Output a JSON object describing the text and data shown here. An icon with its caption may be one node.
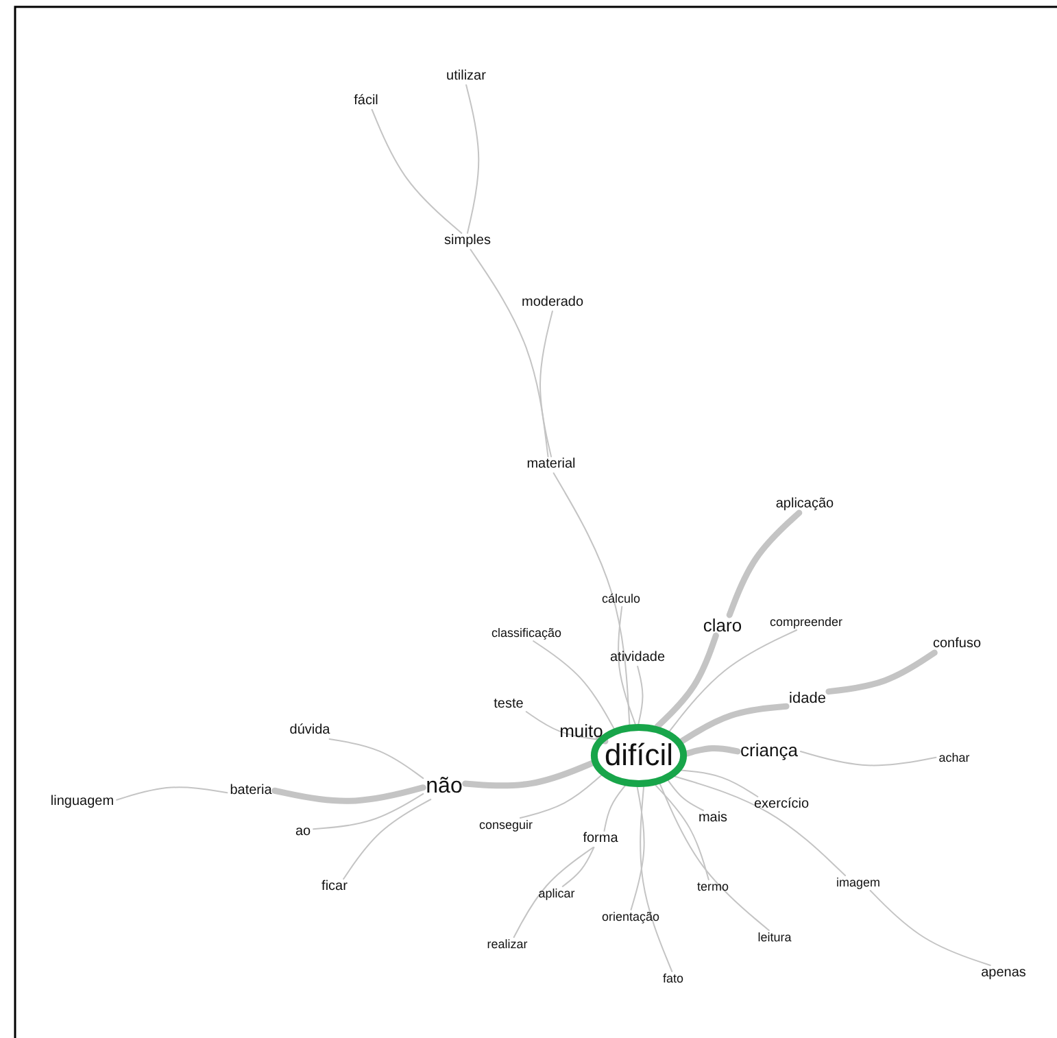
{
  "diagram": {
    "nodes": [
      {
        "text": [
          "difícil"
        ]
      },
      {
        "text": [
          "fácil"
        ]
      },
      {
        "text": [
          "utilizar"
        ]
      },
      {
        "text": [
          "simples"
        ]
      },
      {
        "text": [
          "moderado"
        ]
      },
      {
        "text": [
          "material"
        ]
      },
      {
        "text": [
          "aplicação"
        ]
      },
      {
        "text": [
          "cálculo"
        ]
      },
      {
        "text": [
          "classificação"
        ]
      },
      {
        "text": [
          "claro"
        ]
      },
      {
        "text": [
          "compreender"
        ]
      },
      {
        "text": [
          "confuso"
        ]
      },
      {
        "text": [
          "atividade"
        ]
      },
      {
        "text": [
          "teste"
        ]
      },
      {
        "text": [
          "idade"
        ]
      },
      {
        "text": [
          "muito"
        ]
      },
      {
        "text": [
          "dúvida"
        ]
      },
      {
        "text": [
          "criança"
        ]
      },
      {
        "text": [
          "achar"
        ]
      },
      {
        "text": [
          "não"
        ]
      },
      {
        "text": [
          "bateria"
        ]
      },
      {
        "text": [
          "linguagem"
        ]
      },
      {
        "text": [
          "exercício"
        ]
      },
      {
        "text": [
          "ao"
        ]
      },
      {
        "text": [
          "conseguir"
        ]
      },
      {
        "text": [
          "mais"
        ]
      },
      {
        "text": [
          "forma"
        ]
      },
      {
        "text": [
          "ficar"
        ]
      },
      {
        "text": [
          "termo"
        ]
      },
      {
        "text": [
          "imagem"
        ]
      },
      {
        "text": [
          "aplicar"
        ]
      },
      {
        "text": [
          "orientação"
        ]
      },
      {
        "text": [
          "realizar"
        ]
      },
      {
        "text": [
          "leitura"
        ]
      },
      {
        "text": [
          "fato"
        ]
      },
      {
        "text": [
          "apenas"
        ]
      }
    ],
    "edges": [
      {
        "from": 2,
        "to": 3,
        "arrow": "none"
      },
      {
        "from": 1,
        "to": 3,
        "arrow": "none"
      },
      {
        "from": 3,
        "to": 5,
        "arrow": "none"
      },
      {
        "from": 4,
        "to": 5,
        "arrow": "none"
      },
      {
        "from": 5,
        "to": 0,
        "arrow": "none"
      },
      {
        "from": 7,
        "to": 0,
        "arrow": "none"
      },
      {
        "from": 8,
        "to": 0,
        "arrow": "none"
      },
      {
        "from": 6,
        "to": 9,
        "arrow": "none",
        "style": "thick"
      },
      {
        "from": 9,
        "to": 0,
        "arrow": "none",
        "style": "thick"
      },
      {
        "from": 10,
        "to": 0,
        "arrow": "none"
      },
      {
        "from": 11,
        "to": 14,
        "arrow": "none",
        "style": "thick"
      },
      {
        "from": 14,
        "to": 0,
        "arrow": "none",
        "style": "thick"
      },
      {
        "from": 12,
        "to": 0,
        "arrow": "none"
      },
      {
        "from": 13,
        "to": 0,
        "arrow": "none"
      },
      {
        "from": 15,
        "to": 0,
        "arrow": "none",
        "style": "thick"
      },
      {
        "from": 17,
        "to": 0,
        "arrow": "none",
        "style": "thick"
      },
      {
        "from": 18,
        "to": 17,
        "arrow": "none"
      },
      {
        "from": 22,
        "to": 0,
        "arrow": "none"
      },
      {
        "from": 25,
        "to": 0,
        "arrow": "none"
      },
      {
        "from": 19,
        "to": 0,
        "arrow": "none",
        "style": "thick"
      },
      {
        "from": 16,
        "to": 19,
        "arrow": "none"
      },
      {
        "from": 20,
        "to": 19,
        "arrow": "none",
        "style": "thick"
      },
      {
        "from": 21,
        "to": 20,
        "arrow": "none"
      },
      {
        "from": 23,
        "to": 19,
        "arrow": "none"
      },
      {
        "from": 27,
        "to": 19,
        "arrow": "none"
      },
      {
        "from": 24,
        "to": 0,
        "arrow": "none"
      },
      {
        "from": 26,
        "to": 0,
        "arrow": "none"
      },
      {
        "from": 30,
        "to": 26,
        "arrow": "none"
      },
      {
        "from": 32,
        "to": 26,
        "arrow": "none"
      },
      {
        "from": 31,
        "to": 0,
        "arrow": "none"
      },
      {
        "from": 34,
        "to": 0,
        "arrow": "none"
      },
      {
        "from": 28,
        "to": 0,
        "arrow": "none"
      },
      {
        "from": 33,
        "to": 0,
        "arrow": "none"
      },
      {
        "from": 29,
        "to": 0,
        "arrow": "none"
      },
      {
        "from": 35,
        "to": 29,
        "arrow": "none"
      }
    ]
  }
}
